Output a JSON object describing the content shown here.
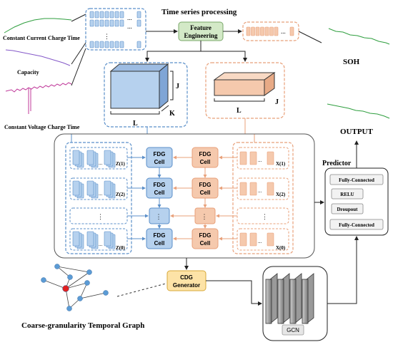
{
  "title": "Time series processing",
  "inputs": {
    "cc_label": "Constant Current Charge Time",
    "capacity_label": "Capacity",
    "cv_label": "Constant Voltage Charge Time"
  },
  "feature_engineering": {
    "line1": "Feature",
    "line2": "Engineering"
  },
  "soh_label": "SOH",
  "output_label": "OUTPUT",
  "ellipsis": "...",
  "vdots": "⋮",
  "tensor3d": {
    "dim_j": "J",
    "dim_k": "K",
    "dim_l": "L"
  },
  "tensor2d": {
    "dim_j": "J",
    "dim_l": "L"
  },
  "fdg": {
    "line1": "FDG",
    "line2": "Cell"
  },
  "z_labels": [
    "Z(1)",
    "Z(2)",
    "Z(0)"
  ],
  "x_labels": [
    "X(1)",
    "X(2)",
    "X(0)"
  ],
  "predictor": {
    "title": "Predictor",
    "layers": [
      "Fully-Connected",
      "RELU",
      "Droupout",
      "Fully-Connected"
    ]
  },
  "cdg": {
    "line1": "CDG",
    "line2": "Generator"
  },
  "gcn_label": "GCN",
  "graph_label": "Coarse-granularity Temporal  Graph",
  "colors": {
    "blue_fill": "#b6d1ee",
    "blue_stroke": "#5b8fc9",
    "orange_fill": "#f5c9ad",
    "orange_stroke": "#e8a07a",
    "feature_fill": "#d3e9c7",
    "cdg_fill": "#fde3a7",
    "curve_green": "#2e9e3e",
    "curve_purple": "#8458c8",
    "curve_magenta": "#c0399a",
    "node_blue": "#5b9bd5",
    "node_red": "#e02020"
  }
}
